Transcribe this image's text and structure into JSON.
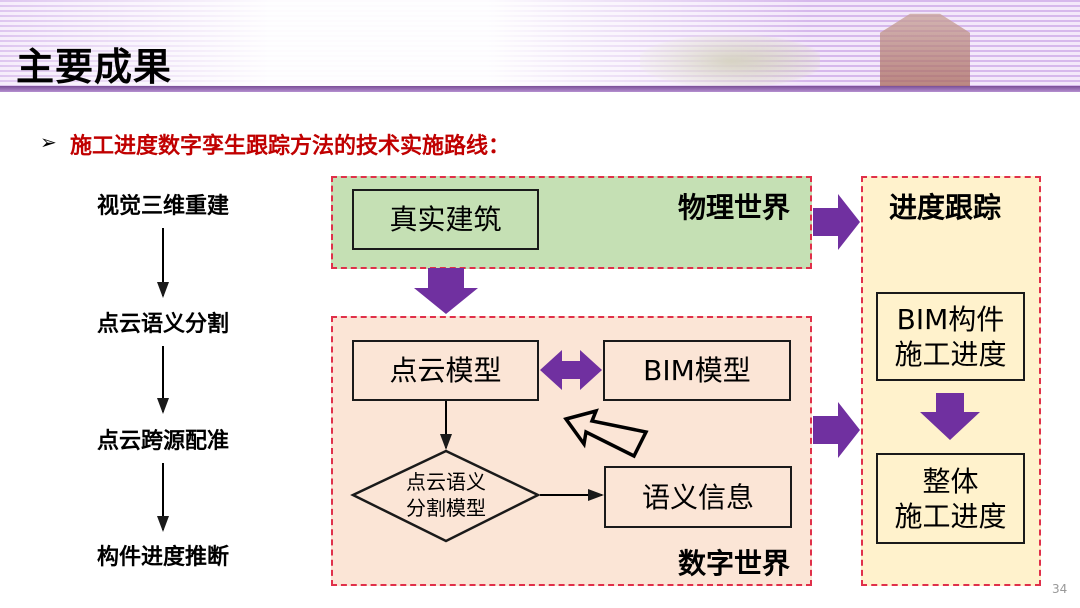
{
  "header": {
    "title": "主要成果"
  },
  "subtitle": {
    "bullet": "➢",
    "text": "施工进度数字孪生跟踪方法的技术实施路线："
  },
  "steps": [
    "视觉三维重建",
    "点云语义分割",
    "点云跨源配准",
    "构件进度推断"
  ],
  "physical_world": {
    "label": "物理世界",
    "box": "真实建筑"
  },
  "digital_world": {
    "label": "数字世界",
    "point_cloud": "点云模型",
    "bim_model": "BIM模型",
    "seg_model_line1": "点云语义",
    "seg_model_line2": "分割模型",
    "semantic_info": "语义信息"
  },
  "progress_tracking": {
    "label": "进度跟踪",
    "component_line1": "BIM构件",
    "component_line2": "施工进度",
    "overall_line1": "整体",
    "overall_line2": "施工进度"
  },
  "page_number": "34",
  "colors": {
    "accent": "#7030a0",
    "subtitle": "#c00000",
    "physical": "#c5e0b4",
    "digital": "#fbe5d6",
    "tracking": "#fff2cc",
    "dash": "#e0304a"
  }
}
